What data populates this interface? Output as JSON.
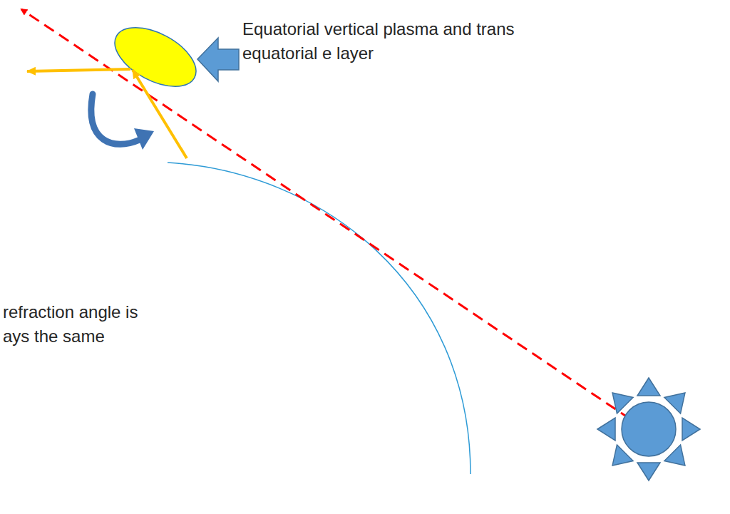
{
  "diagram": {
    "labels": [
      "Equatorial vertical plasma and trans equatorial e layer",
      "refraction angle is",
      "ays the same"
    ]
  }
}
